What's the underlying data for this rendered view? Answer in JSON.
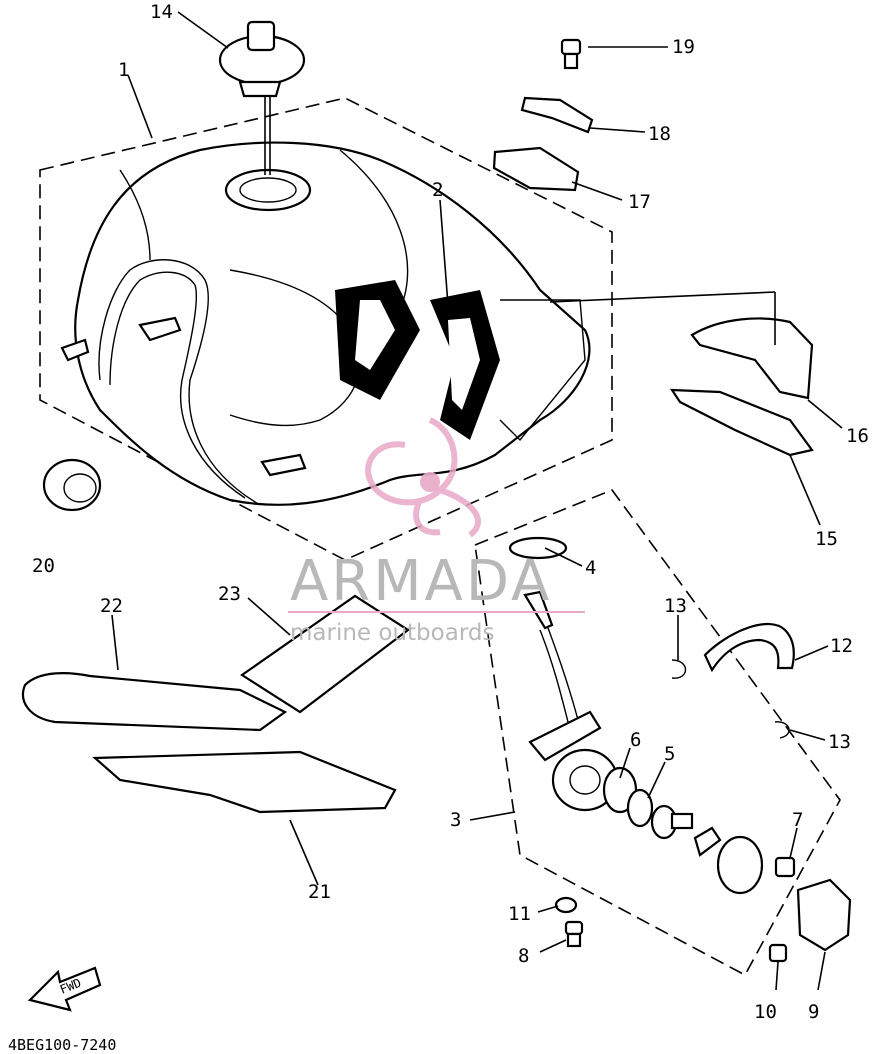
{
  "diagram": {
    "code": "4BEG100-7240",
    "fwd_label": "FWD",
    "watermark": {
      "brand": "ARMADA",
      "tagline": "marine outboards",
      "accent_color": "#e8a8c8"
    },
    "callouts": [
      "1",
      "2",
      "3",
      "4",
      "5",
      "6",
      "7",
      "8",
      "9",
      "10",
      "11",
      "12",
      "13",
      "13",
      "14",
      "15",
      "16",
      "17",
      "18",
      "19",
      "20",
      "21",
      "22",
      "23"
    ]
  }
}
